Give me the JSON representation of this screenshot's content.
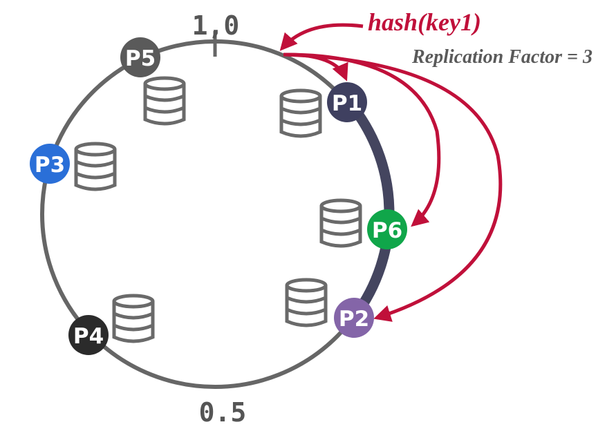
{
  "ring": {
    "top_label": "1,0",
    "bottom_label": "0.5"
  },
  "hash_label": "hash(key1)",
  "replication_label": "Replication Factor = 3",
  "partitions": [
    {
      "id": "p1",
      "label": "P1",
      "color": "#3f4060"
    },
    {
      "id": "p2",
      "label": "P2",
      "color": "#8465a8"
    },
    {
      "id": "p3",
      "label": "P3",
      "color": "#2a6fd8"
    },
    {
      "id": "p4",
      "label": "P4",
      "color": "#2b2b2b"
    },
    {
      "id": "p5",
      "label": "P5",
      "color": "#5a5a5a"
    },
    {
      "id": "p6",
      "label": "P6",
      "color": "#10a64a"
    }
  ],
  "colors": {
    "ring": "#666666",
    "highlight_arc": "#44455f",
    "arrow": "#c0103a",
    "database": "#6a6a6a",
    "replication_text": "#5a5a5a"
  },
  "icons": [
    "database-icon"
  ]
}
